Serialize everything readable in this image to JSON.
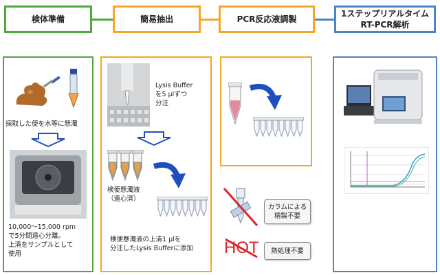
{
  "steps": [
    {
      "title": "検体準備"
    },
    {
      "title": "簡易抽出"
    },
    {
      "title": "PCR反応液調製"
    },
    {
      "title_line1": "1ステップリアルタイム",
      "title_line2": "RT-PCR解析"
    }
  ],
  "sample_prep": {
    "caption_top": "採取した便を水等に懸濁",
    "caption_bottom_lines": [
      "10,000～15,000 rpm",
      "で5分間遠心分離。",
      "上清をサンプルとして",
      "使用"
    ]
  },
  "extraction": {
    "buffer_lines": [
      "Lysis Buffer",
      "を5 µlずつ",
      "分注"
    ],
    "supernatant_lines": [
      "検便懸濁液",
      "（遠心済）"
    ],
    "bottom_lines": [
      "検便懸濁液の上清1 µlを",
      "分注したLysis Bufferに添加"
    ]
  },
  "notes": {
    "column_lines": [
      "カラムによる",
      "精製不要"
    ],
    "hot_label": "HOT",
    "heat_label": "熱処理不要"
  },
  "colors": {
    "green": "#4fa83d",
    "orange": "#f5a623",
    "blue": "#4a86c5",
    "arrow_blue": "#1f4fbf",
    "red": "#d9262b"
  }
}
